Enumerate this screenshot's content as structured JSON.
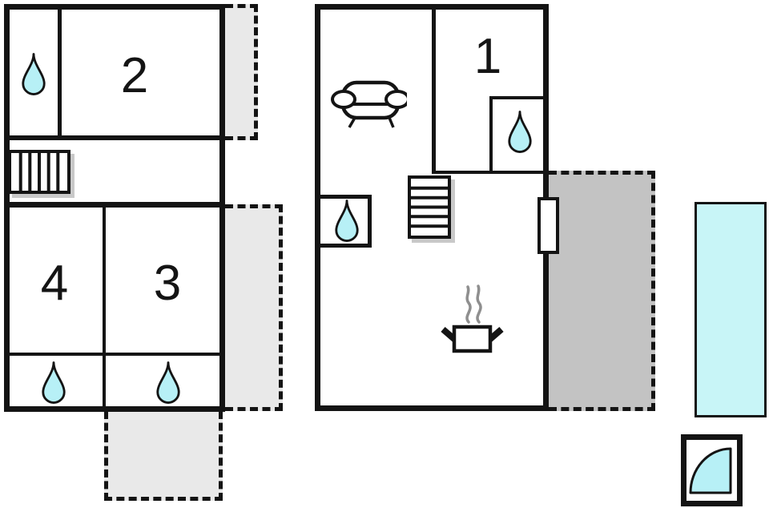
{
  "colors": {
    "wall": "#141414",
    "water_fill": "#b7f0f6",
    "pool_fill": "#c8f5f7",
    "terrace_light": "#e9e9e9",
    "terrace_dark": "#c3c3c3",
    "shadow": "#c9c9c9",
    "steam": "#8f8f8f"
  },
  "plans": {
    "left": {
      "rooms": [
        {
          "label": "2"
        },
        {
          "label": "4"
        },
        {
          "label": "3"
        }
      ]
    },
    "right": {
      "rooms": [
        {
          "label": "1"
        }
      ]
    }
  }
}
